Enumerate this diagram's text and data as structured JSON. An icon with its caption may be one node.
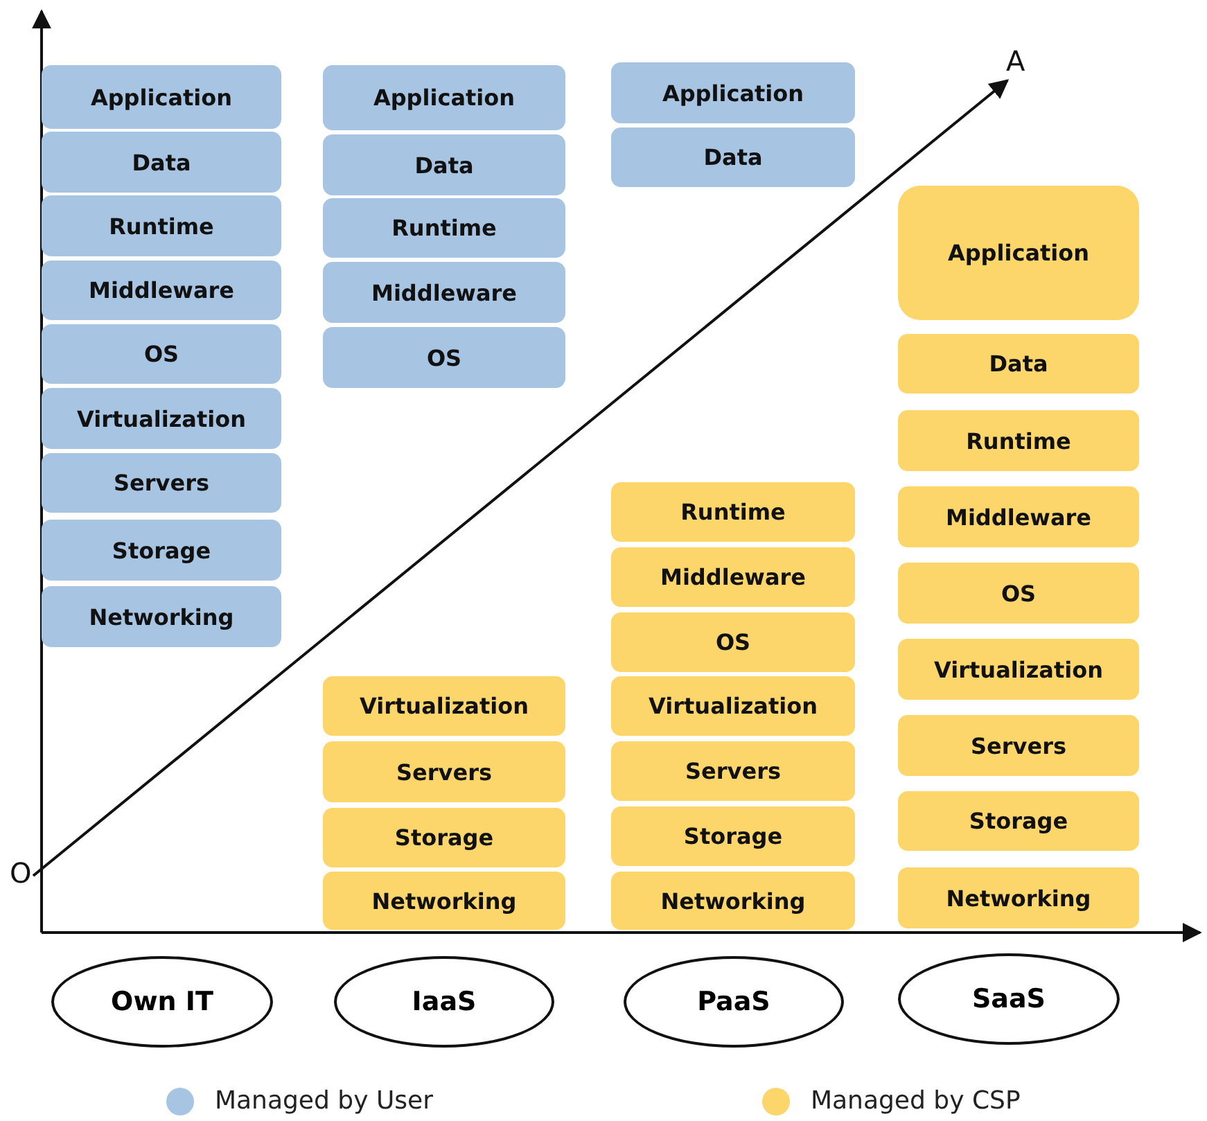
{
  "diagram": {
    "nodes": [
      {
        "text": [
          "Application"
        ]
      },
      {
        "text": [
          "Data"
        ]
      },
      {
        "text": [
          "Runtime"
        ]
      },
      {
        "text": [
          "Middleware"
        ]
      },
      {
        "text": [
          "OS"
        ]
      },
      {
        "text": [
          "Virtualization"
        ]
      },
      {
        "text": [
          "Servers"
        ]
      },
      {
        "text": [
          "Storage"
        ]
      },
      {
        "text": [
          "Networking"
        ]
      },
      {
        "text": [
          "Application"
        ]
      },
      {
        "text": [
          "Data"
        ]
      },
      {
        "text": [
          "Runtime"
        ]
      },
      {
        "text": [
          "Middleware"
        ]
      },
      {
        "text": [
          "OS"
        ]
      },
      {
        "text": [
          "Virtualization"
        ]
      },
      {
        "text": [
          "Servers"
        ]
      },
      {
        "text": [
          "Storage"
        ]
      },
      {
        "text": [
          "Networking"
        ]
      },
      {
        "text": [
          "Application"
        ]
      },
      {
        "text": [
          "Data"
        ]
      },
      {
        "text": [
          "Runtime"
        ]
      },
      {
        "text": [
          "Middleware"
        ]
      },
      {
        "text": [
          "OS"
        ]
      },
      {
        "text": [
          "Virtualization"
        ]
      },
      {
        "text": [
          "Servers"
        ]
      },
      {
        "text": [
          "Storage"
        ]
      },
      {
        "text": [
          "Networking"
        ]
      },
      {
        "text": [
          "Application"
        ]
      },
      {
        "text": [
          "Data"
        ]
      },
      {
        "text": [
          "Runtime"
        ]
      },
      {
        "text": [
          "Middleware"
        ]
      },
      {
        "text": [
          "OS"
        ]
      },
      {
        "text": [
          "Virtualization"
        ]
      },
      {
        "text": [
          "Servers"
        ]
      },
      {
        "text": [
          "Storage"
        ]
      },
      {
        "text": [
          "Networking"
        ]
      },
      {
        "text": [
          "Own IT"
        ]
      },
      {
        "text": [
          "IaaS"
        ]
      },
      {
        "text": [
          "PaaS"
        ]
      },
      {
        "text": [
          "SaaS"
        ]
      },
      {
        "text": [
          "O"
        ]
      },
      {
        "text": [
          "A"
        ]
      }
    ],
    "edges": [
      {
        "from": 40,
        "to": 41,
        "arrow": "to"
      }
    ],
    "legend": [
      {
        "text": "Managed by User",
        "color": "#a7c5e3"
      },
      {
        "text": "Managed by CSP",
        "color": "#fcd66b"
      }
    ]
  }
}
